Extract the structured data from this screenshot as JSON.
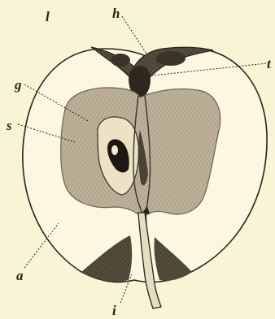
{
  "figure": {
    "labels": {
      "l": "l",
      "h": "h",
      "t": "t",
      "g": "g",
      "s": "s",
      "a": "a",
      "i": "i"
    },
    "colors": {
      "background": "#fbf3d6",
      "ink": "#2a221a",
      "core": "#b9ae95",
      "core_shadow": "#8f8670",
      "seed": "#1e1812"
    }
  }
}
